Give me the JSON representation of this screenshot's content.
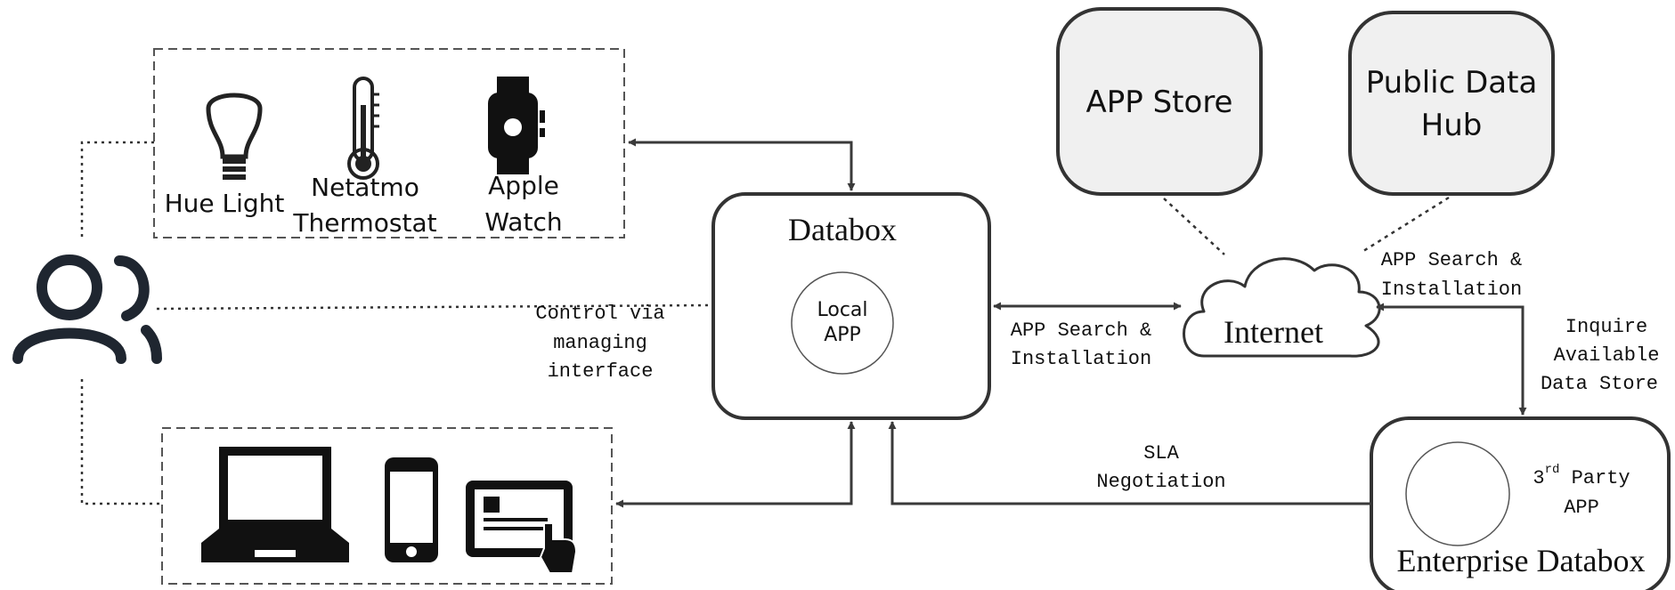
{
  "devices_top": {
    "hue": "Hue Light",
    "netatmo_line1": "Netatmo",
    "netatmo_line2": "Thermostat",
    "watch_line1": "Apple",
    "watch_line2": "Watch"
  },
  "databox": {
    "title": "Databox",
    "local_app_line1": "Local",
    "local_app_line2": "APP"
  },
  "app_store": {
    "label": "APP Store"
  },
  "public_hub": {
    "line1": "Public Data",
    "line2": "Hub"
  },
  "internet": {
    "label": "Internet"
  },
  "enterprise": {
    "title": "Enterprise Databox",
    "party_prefix": "3",
    "party_sup": "rd",
    "party_suffix": " Party",
    "party_line2": "APP"
  },
  "edge_labels": {
    "control_line1": "Control via",
    "control_line2": "managing",
    "control_line3": "interface",
    "search_mid_line1": "APP Search &",
    "search_mid_line2": "Installation",
    "search_right_line1": "APP Search &",
    "search_right_line2": "Installation",
    "inquire_line1": "Inquire",
    "inquire_line2": "Available",
    "inquire_line3": "Data Store",
    "sla_line1": "SLA",
    "sla_line2": "Negotiation"
  },
  "colors": {
    "stroke": "#3a3a3a",
    "cloud_box_fill": "#f0f0f0",
    "icon": "#111111"
  }
}
